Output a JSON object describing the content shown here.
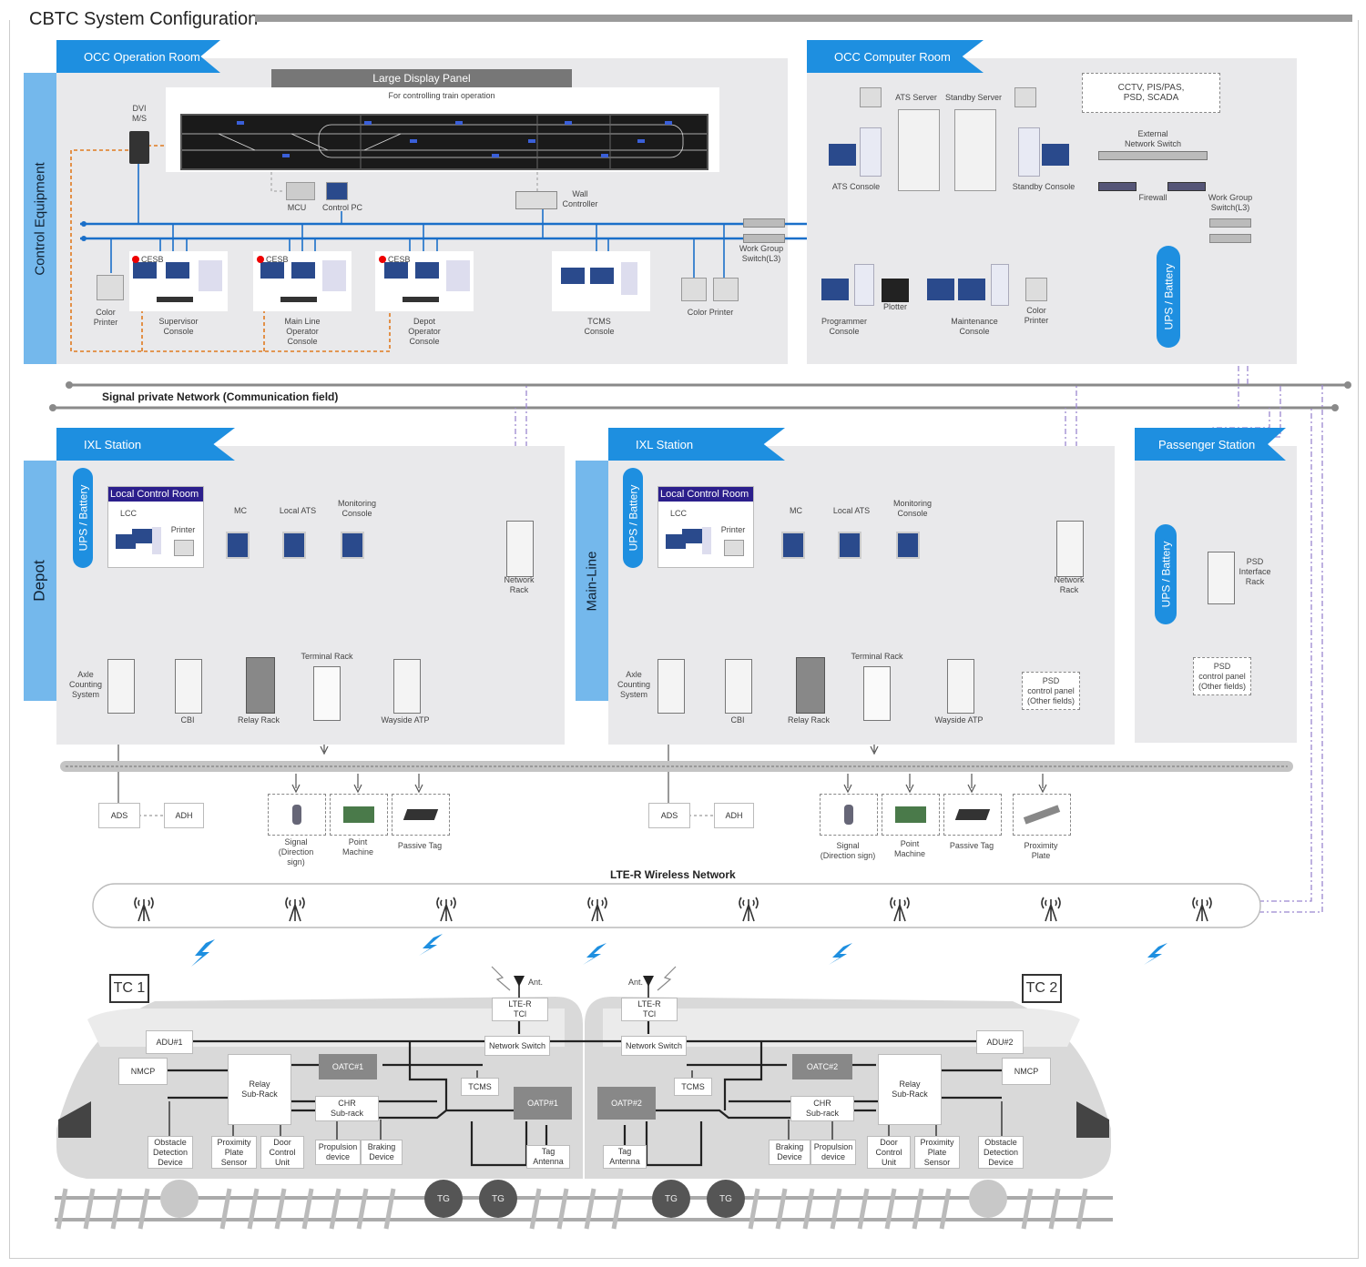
{
  "title": "CBTC System Configuration",
  "network": {
    "signal_private": "Signal private Network (Communication field)",
    "lte": "LTE-R Wireless Network"
  },
  "occ_operation": {
    "tab": "OCC Operation Room",
    "side_label": "Control Equipment",
    "ldp_title": "Large Display Panel",
    "ldp_sub": "For controlling train operation",
    "dvi": "DVI\nM/S",
    "mcu": "MCU",
    "control_pc": "Control PC",
    "wall_controller": "Wall\nController",
    "ces_labels": [
      "CESB",
      "CESB",
      "CESB"
    ],
    "consoles": [
      "Supervisor\nConsole",
      "Main Line\nOperator\nConsole",
      "Depot\nOperator\nConsole",
      "TCMS\nConsole"
    ],
    "color_printer_left": "Color\nPrinter",
    "color_printer_right": "Color Printer",
    "work_group_switch": "Work Group\nSwitch(L3)"
  },
  "occ_computer": {
    "tab": "OCC Computer Room",
    "cctv": "CCTV, PIS/PAS,\nPSD, SCADA",
    "ats_server": "ATS Server",
    "standby_server": "Standby Server",
    "ats_console": "ATS Console",
    "standby_console": "Standby Console",
    "external_switch": "External\nNetwork Switch",
    "firewall": "Firewall",
    "work_group_switch": "Work Group\nSwitch(L3)",
    "programmer_console": "Programmer\nConsole",
    "plotter": "Plotter",
    "maintenance_console": "Maintenance\nConsole",
    "color_printer": "Color\nPrinter",
    "ups": "UPS / Battery"
  },
  "depot": {
    "side_label": "Depot",
    "tab": "IXL Station",
    "ups": "UPS / Battery",
    "lcr": "Local Control Room",
    "lcc": "LCC",
    "printer": "Printer",
    "mc": "MC",
    "local_ats": "Local ATS",
    "monitoring": "Monitoring\nConsole",
    "network_rack": "Network\nRack",
    "terminal_rack": "Terminal Rack",
    "axle": "Axle\nCounting\nSystem",
    "cbi": "CBI",
    "relay_rack": "Relay Rack",
    "wayside_atp": "Wayside ATP",
    "ads": "ADS",
    "adh": "ADH",
    "signal": "Signal\n(Direction\nsign)",
    "point_machine": "Point\nMachine",
    "passive_tag": "Passive Tag"
  },
  "mainline": {
    "side_label": "Main-Line",
    "tab": "IXL Station",
    "ups": "UPS / Battery",
    "lcr": "Local Control Room",
    "lcc": "LCC",
    "printer": "Printer",
    "mc": "MC",
    "local_ats": "Local ATS",
    "monitoring": "Monitoring\nConsole",
    "network_rack": "Network\nRack",
    "terminal_rack": "Terminal Rack",
    "axle": "Axle\nCounting\nSystem",
    "cbi": "CBI",
    "relay_rack": "Relay Rack",
    "wayside_atp": "Wayside ATP",
    "psd_panel": "PSD\ncontrol panel\n(Other fields)",
    "ads": "ADS",
    "adh": "ADH",
    "signal": "Signal\n(Direction sign)",
    "point_machine": "Point\nMachine",
    "passive_tag": "Passive Tag",
    "proximity_plate": "Proximity\nPlate"
  },
  "passenger": {
    "tab": "Passenger Station",
    "ups": "UPS / Battery",
    "psd_rack": "PSD\nInterface\nRack",
    "psd_panel": "PSD\ncontrol panel\n(Other fields)"
  },
  "train": {
    "tc1": "TC 1",
    "tc2": "TC 2",
    "ant": "Ant.",
    "lte_tcl": "LTE-R\nTCl",
    "network_switch": "Network Switch",
    "adu1": "ADU#1",
    "adu2": "ADU#2",
    "nmcp": "NMCP",
    "relay_subrack": "Relay\nSub-Rack",
    "oatc1": "OATC#1",
    "oatc2": "OATC#2",
    "oatp1": "OATP#1",
    "oatp2": "OATP#2",
    "tcms": "TCMS",
    "chr": "CHR\nSub-rack",
    "obstacle": "Obstacle\nDetection\nDevice",
    "proximity_sensor": "Proximity\nPlate\nSensor",
    "door_control": "Door\nControl\nUnit",
    "propulsion": "Propulsion\ndevice",
    "braking": "Braking\nDevice",
    "tag_antenna": "Tag\nAntenna",
    "tg": "TG"
  },
  "colors": {
    "tab_blue": "#1e8fe0",
    "side_blue": "#74b8ec",
    "bus_blue": "#1a6fc9",
    "panel_gray": "#e9e9eb",
    "dash_orange": "#e07a20",
    "dash_purple": "#9b87d0"
  }
}
